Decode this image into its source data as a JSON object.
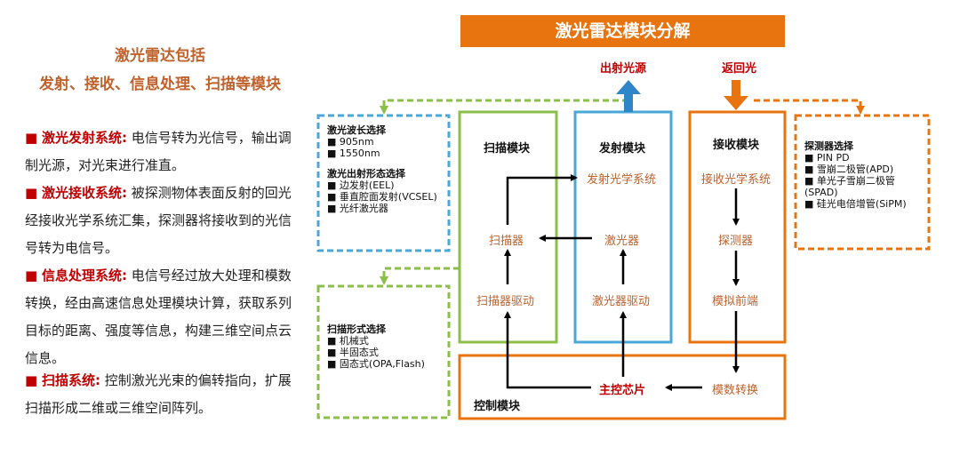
{
  "left": {
    "heading_line1": "激光雷达包括",
    "heading_line2": "发射、接收、信息处理、扫描等模块",
    "items": [
      {
        "label": "激光发射系统",
        "text": "电信号转为光信号，输出调制光源，对光束进行准直。"
      },
      {
        "label": "激光接收系统",
        "text": "被探测物体表面反射的回光经接收光学系统汇集，探测器将接收到的光信号转为电信号。"
      },
      {
        "label": "信息处理系统",
        "text": "电信号经过放大处理和模数转换，经由高速信息处理模块计算，获取系列目标的距离、强度等信息，构建三维空间点云信息。"
      },
      {
        "label": "扫描系统",
        "text": "控制激光光束的偏转指向，扩展扫描形成二维或三维空间阵列。"
      }
    ]
  },
  "diagram": {
    "title": "激光雷达模块分解",
    "emit_label": "出射光源",
    "return_label": "返回光",
    "modules": {
      "scan": {
        "title": "扫描模块",
        "node_scanner": "扫描器",
        "node_driver": "扫描器驱动"
      },
      "emit": {
        "title": "发射模块",
        "node_optics": "发射光学系统",
        "node_laser": "激光器",
        "node_driver": "激光器驱动"
      },
      "recv": {
        "title": "接收模块",
        "node_optics": "接收光学系统",
        "node_detector": "探测器",
        "node_frontend": "模拟前端"
      },
      "ctrl": {
        "title": "控制模块",
        "node_chip": "主控芯片",
        "node_adc": "模数转换"
      }
    },
    "option_boxes": {
      "wavelength": {
        "heading": "激光波长选择",
        "items": [
          "905nm",
          "1550nm"
        ]
      },
      "emit_form": {
        "heading": "激光出射形态选择",
        "items": [
          "边发射(EEL)",
          "垂直腔面发射(VCSEL)",
          "光纤激光器"
        ]
      },
      "scan_form": {
        "heading": "扫描形式选择",
        "items": [
          "机械式",
          "半固态式",
          "固态式(OPA,Flash)"
        ]
      },
      "detector": {
        "heading": "探测器选择",
        "items": [
          "PIN PD",
          "雪崩二极管(APD)",
          "单光子雪崩二极管(SPAD)",
          "硅光电倍增管(SiPM)"
        ]
      }
    },
    "bullet": "■"
  },
  "colors": {
    "orange": "#e8740f",
    "green": "#8cbf4a",
    "blue": "#4aa8d8",
    "red_label": "#c00000",
    "node_text": "#c0622d"
  }
}
